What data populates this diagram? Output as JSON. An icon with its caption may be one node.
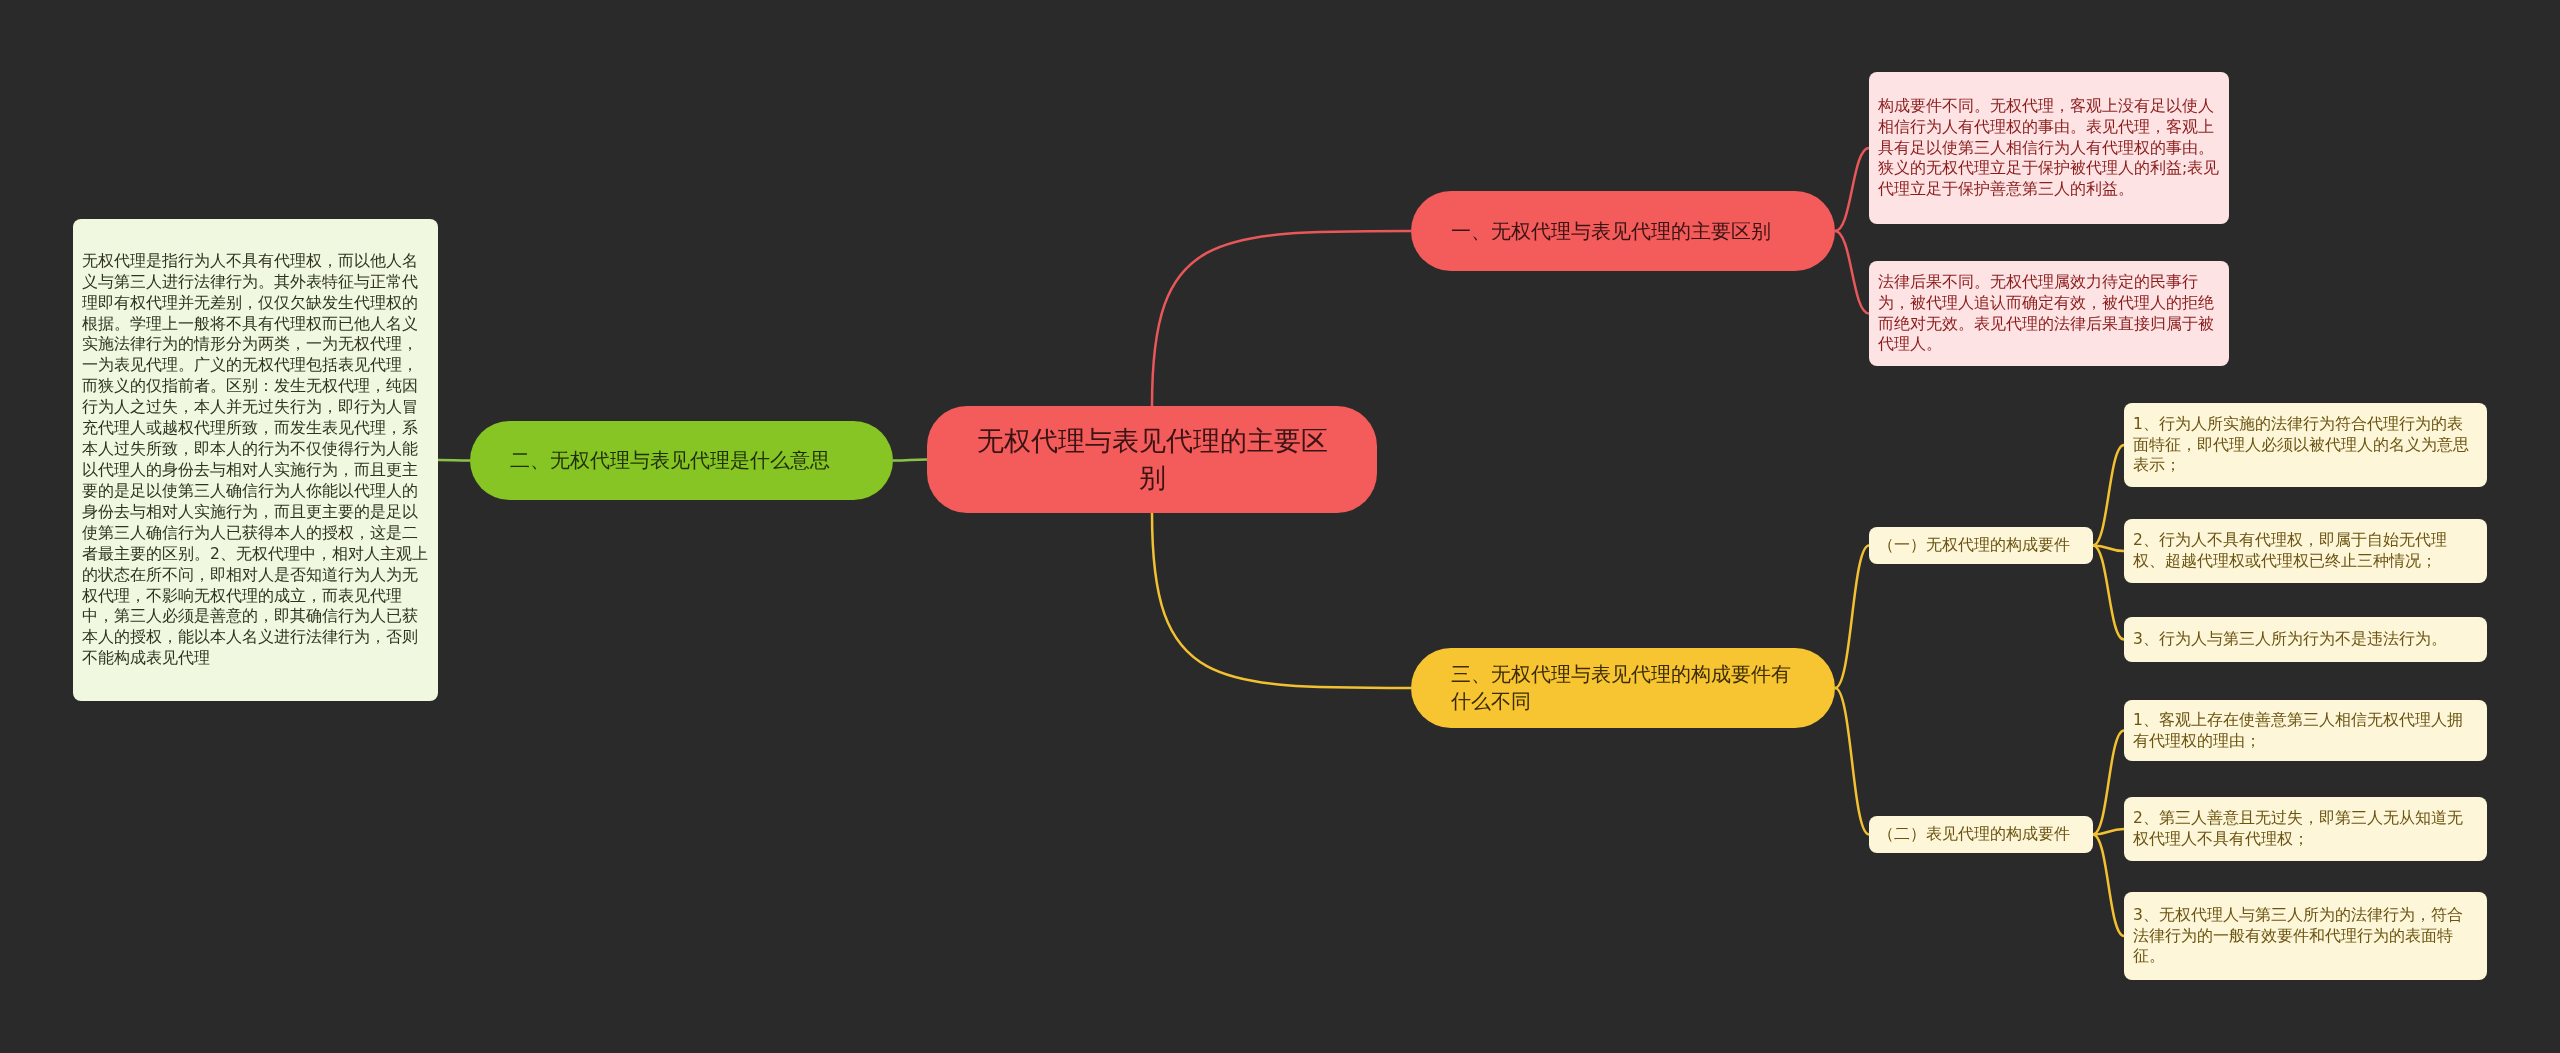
{
  "diagram": {
    "nodes": [
      {
        "text": [
          "无权代理与表见代理的主要区别"
        ]
      },
      {
        "text": [
          "一、无权代理与表见代理的主要区别"
        ]
      },
      {
        "text": [
          "二、无权代理与表见代理是什么意思"
        ]
      },
      {
        "text": [
          "三、无权代理与表见代理的构成要件有什么不同"
        ]
      },
      {
        "text": [
          "无权代理是指行为人不具有代理权，而以他人名义与第三人进行法律行为。其外表特征与正常代理即有权代理并无差别，仅仅欠缺发生代理权的根据。学理上一般将不具有代理权而已他人名义实施法律行为的情形分为两类，一为无权代理，一为表见代理。广义的无权代理包括表见代理，而狭义的仅指前者。区别：发生无权代理，纯因行为人之过失，本人并无过失行为，即行为人冒充代理人或越权代理所致，而发生表见代理，系本人过失所致，即本人的行为不仅使得行为人能以代理人的身份去与相对人实施行为，而且更主要的是足以使第三人确信行为人你能以代理人的身份去与相对人实施行为，而且更主要的是足以使第三人确信行为人已获得本人的授权，这是二者最主要的区别。2、无权代理中，相对人主观上的状态在所不问，即相对人是否知道行为人为无权代理，不影响无权代理的成立，而表见代理中，第三人必须是善意的，即其确信行为人已获本人的授权，能以本人名义进行法律行为，否则不能构成表见代理"
        ]
      },
      {
        "text": [
          "构成要件不同。无权代理，客观上没有足以使人相信行为人有代理权的事由。表见代理，客观上具有足以使第三人相信行为人有代理权的事由。狭义的无权代理立足于保护被代理人的利益;表见代理立足于保护善意第三人的利益。"
        ]
      },
      {
        "text": [
          "法律后果不同。无权代理属效力待定的民事行为，被代理人追认而确定有效，被代理人的拒绝而绝对无效。表见代理的法律后果直接归属于被代理人。"
        ]
      },
      {
        "text": [
          "（一）无权代理的构成要件"
        ]
      },
      {
        "text": [
          "（二）表见代理的构成要件"
        ]
      },
      {
        "text": [
          "1、行为人所实施的法律行为符合代理行为的表面特征，即代理人必须以被代理人的名义为意思表示；"
        ]
      },
      {
        "text": [
          "2、行为人不具有代理权，即属于自始无代理权、超越代理权或代理权已终止三种情况；"
        ]
      },
      {
        "text": [
          "3、行为人与第三人所为行为不是违法行为。"
        ]
      },
      {
        "text": [
          "1、客观上存在使善意第三人相信无权代理人拥有代理权的理由；"
        ]
      },
      {
        "text": [
          "2、第三人善意且无过失，即第三人无从知道无权代理人不具有代理权；"
        ]
      },
      {
        "text": [
          "3、无权代理人与第三人所为的法律行为，符合法律行为的一般有效要件和代理行为的表面特征。"
        ]
      }
    ],
    "edges": [
      {
        "from": 0,
        "to": 1,
        "arrow": "none",
        "color": "#e8575a"
      },
      {
        "from": 1,
        "to": 5,
        "arrow": "none",
        "color": "#e8575a"
      },
      {
        "from": 1,
        "to": 6,
        "arrow": "none",
        "color": "#e8575a"
      },
      {
        "from": 0,
        "to": 2,
        "arrow": "none",
        "color": "#8bc34a"
      },
      {
        "from": 2,
        "to": 4,
        "arrow": "none",
        "color": "#8bc34a"
      },
      {
        "from": 0,
        "to": 3,
        "arrow": "none"
      },
      {
        "from": 3,
        "to": 7,
        "arrow": "none"
      },
      {
        "from": 3,
        "to": 8,
        "arrow": "none"
      },
      {
        "from": 7,
        "to": 9,
        "arrow": "none"
      },
      {
        "from": 7,
        "to": 10,
        "arrow": "none"
      },
      {
        "from": 7,
        "to": 11,
        "arrow": "none"
      },
      {
        "from": 8,
        "to": 12,
        "arrow": "none"
      },
      {
        "from": 8,
        "to": 13,
        "arrow": "none"
      },
      {
        "from": 8,
        "to": 14,
        "arrow": "none"
      }
    ]
  }
}
